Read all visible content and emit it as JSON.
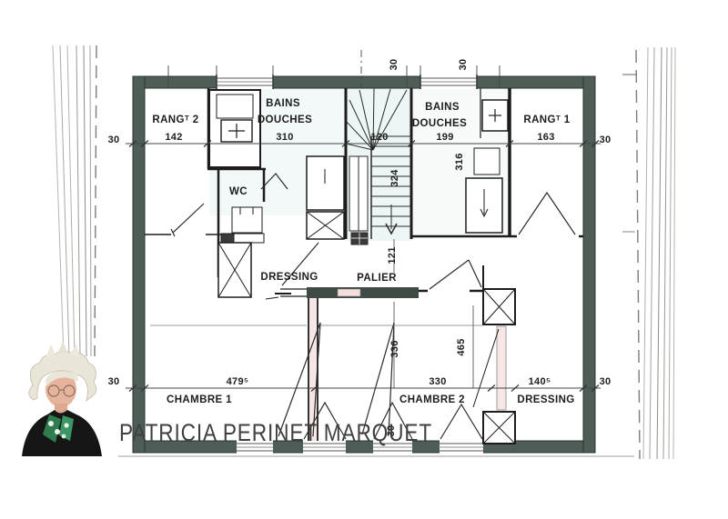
{
  "agent": {
    "name": "PATRICIA PERINET MARQUET"
  },
  "floorplan": {
    "rooms": {
      "rang2": "RANGᵀ 2",
      "bains_left_line1": "BAINS",
      "bains_left_line2": "DOUCHES",
      "bains_right_line1": "BAINS",
      "bains_right_line2": "DOUCHES",
      "rang1": "RANGᵀ 1",
      "wc": "WC",
      "dressing_hall": "DRESSING",
      "palier": "PALIER",
      "chambre1": "CHAMBRE 1",
      "chambre2": "CHAMBRE 2",
      "dressing_right": "DRESSING"
    },
    "dimensions": {
      "d142": "142",
      "d310": "310",
      "d120": "120",
      "d199": "199",
      "d163": "163",
      "d316": "316",
      "d324": "324",
      "d121": "121",
      "d336": "336",
      "d465": "465",
      "d479": "479⁵",
      "d330": "330",
      "d140": "140⁵",
      "d30": "30"
    },
    "colors": {
      "wall": "#4e5e57",
      "ink": "#1d1d1d",
      "dim_line": "#444444",
      "tint_bath": "#e7f2f0",
      "tint_door": "#f6e7e5",
      "overlay_text": "#3f3f3f"
    }
  }
}
